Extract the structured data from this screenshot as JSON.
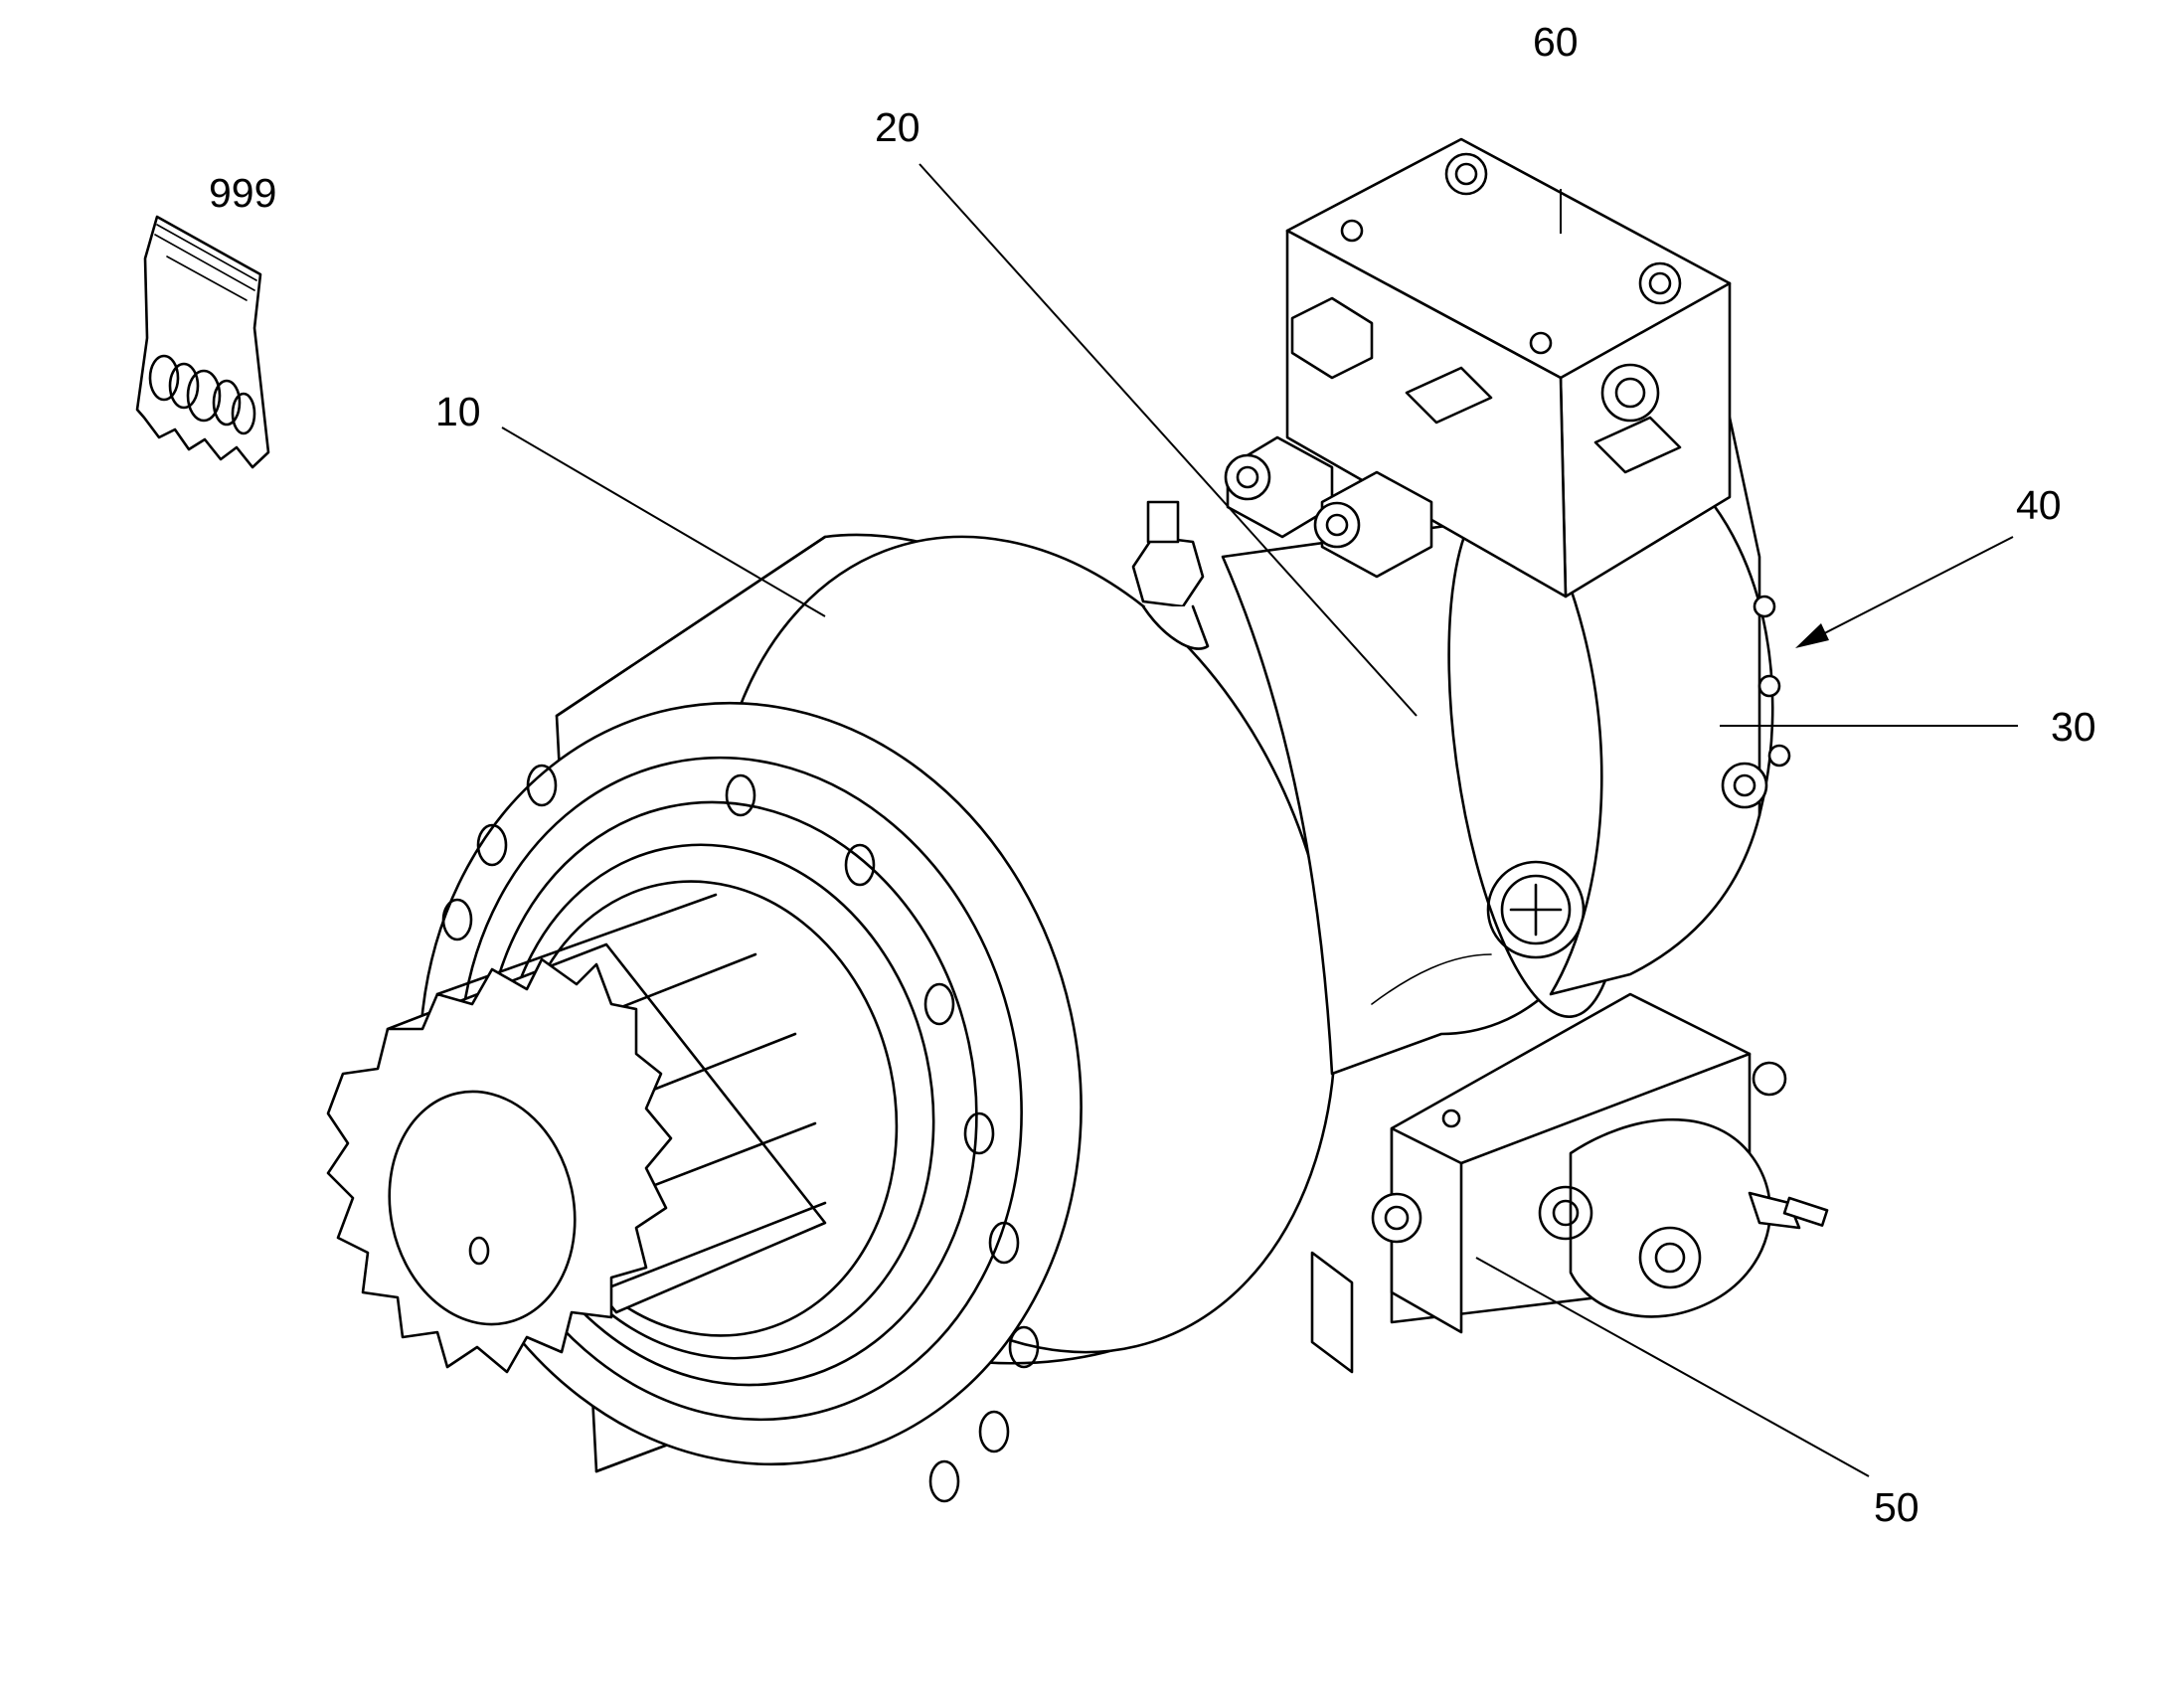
{
  "diagram": {
    "callouts": [
      {
        "id": "c999",
        "label": "999",
        "part": "seal-kit-bag"
      },
      {
        "id": "c10",
        "label": "10",
        "part": "gearbox-housing"
      },
      {
        "id": "c20",
        "label": "20",
        "part": "motor-housing"
      },
      {
        "id": "c30",
        "label": "30",
        "part": "rear-cover"
      },
      {
        "id": "c40",
        "label": "40",
        "part": "motor-assembly"
      },
      {
        "id": "c50",
        "label": "50",
        "part": "brake-valve-block"
      },
      {
        "id": "c60",
        "label": "60",
        "part": "control-valve-block"
      }
    ],
    "line_color": "#000000",
    "background_color": "#ffffff"
  }
}
